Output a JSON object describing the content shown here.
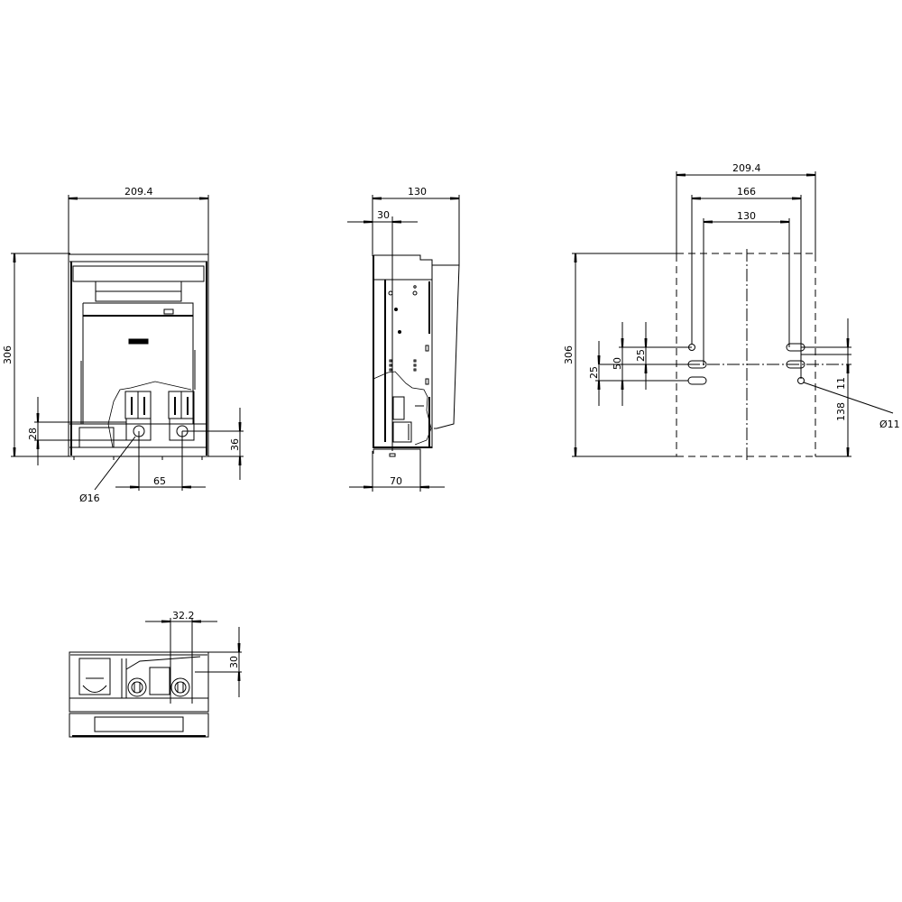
{
  "views": {
    "front": {
      "width_label": "209.4",
      "height_label": "306",
      "dim_28": "28",
      "dim_36": "36",
      "dim_65": "65",
      "hole_label": "Ø16"
    },
    "side": {
      "depth_label": "130",
      "offset_label": "30",
      "bottom_label": "70"
    },
    "mounting": {
      "width_outer": "209.4",
      "width_mid": "166",
      "width_inner": "130",
      "height_label": "306",
      "dim_25a": "25",
      "dim_50": "50",
      "dim_25b": "25",
      "dim_11": "11",
      "dim_138": "138",
      "hole_label": "Ø11"
    },
    "bottom": {
      "width_label": "32.2",
      "height_label": "30"
    }
  },
  "colors": {
    "line": "#000000",
    "background": "#ffffff"
  }
}
